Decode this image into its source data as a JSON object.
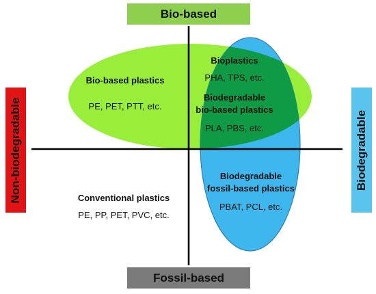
{
  "axes": {
    "top": "Bio-based",
    "bottom": "Fossil-based",
    "left": "Non-biodegradable",
    "right": "Biodegradable"
  },
  "regions": {
    "bio_based_plastics": {
      "title": "Bio-based plastics",
      "examples": "PE, PET, PTT, etc."
    },
    "bioplastics": {
      "title": "Bioplastics",
      "examples": "PHA, TPS, etc."
    },
    "biodegradable_bio_based": {
      "title_line1": "Biodegradable",
      "title_line2": "bio-based plastics",
      "examples": "PLA, PBS, etc."
    },
    "biodegradable_fossil_based": {
      "title_line1": "Biodegradable",
      "title_line2": "fossil-based plastics",
      "examples": "PBAT, PCL, etc."
    },
    "conventional_plastics": {
      "title": "Conventional plastics",
      "examples": "PE, PP, PET, PVC, etc."
    }
  },
  "colors": {
    "bio_based_fill": "#99ee3a",
    "biodegradable_fill": "#3db7ee",
    "overlap_fill": "#0f9a46",
    "top_box": "#8fcf4f",
    "bottom_box": "#7a7a7a",
    "left_box": "#e01414",
    "right_box": "#59c4ee",
    "axis": "#000000"
  }
}
